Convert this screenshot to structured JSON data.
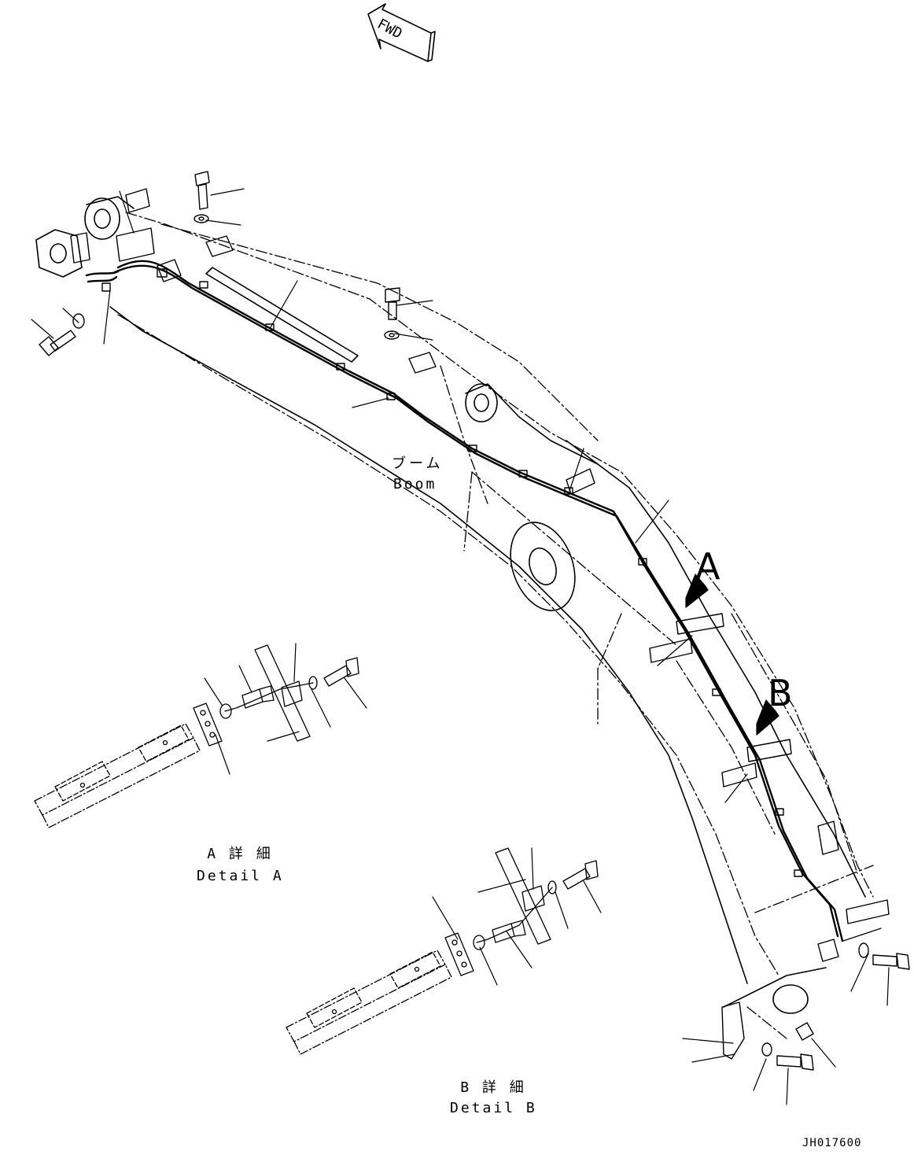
{
  "fwd_label": "FWD",
  "boom_label_jp": "ブーム",
  "boom_label_en": "Boom",
  "callout_a": "A",
  "callout_b": "B",
  "detail_a_jp": "A 詳 細",
  "detail_a_en": "Detail A",
  "detail_b_jp": "B 詳 細",
  "detail_b_en": "Detail B",
  "drawing_number": "JH017600",
  "line_color": "#000000"
}
